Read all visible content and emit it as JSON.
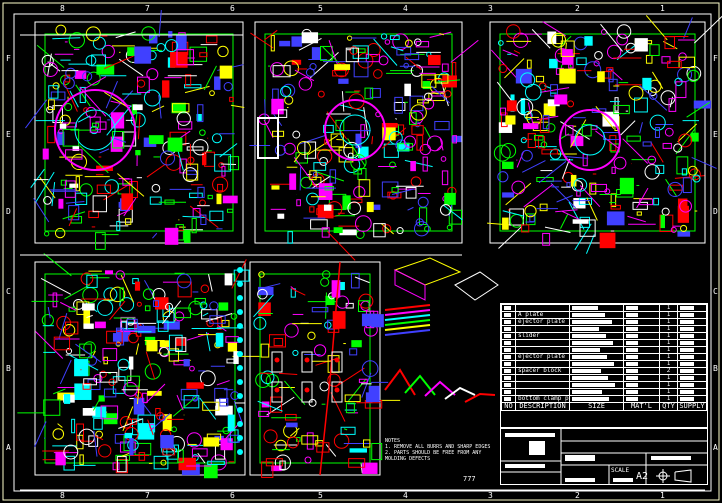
{
  "drawing": {
    "sheet_size": "A2",
    "colors": {
      "background": "#000000",
      "frame": "#ffffcc",
      "red": "#ff0000",
      "magenta": "#ff00ff",
      "cyan": "#00ffff",
      "green": "#00ff00",
      "yellow": "#ffff00",
      "blue": "#4040ff",
      "white": "#ffffff"
    }
  },
  "zones": {
    "columns": [
      "8",
      "7",
      "6",
      "5",
      "4",
      "3",
      "2",
      "1"
    ],
    "rows": [
      "F",
      "E",
      "D",
      "C",
      "B",
      "A"
    ]
  },
  "bom": {
    "headers": {
      "no": "NO",
      "description": "DESCRIPTION",
      "size": "SIZE",
      "material": "MAT'L",
      "qty": "QTY",
      "supply": "SUPPLY"
    },
    "rows": [
      {
        "desc": "",
        "qty": "1"
      },
      {
        "desc": "A plate",
        "qty": "1"
      },
      {
        "desc": "ejector plate",
        "qty": "1"
      },
      {
        "desc": "",
        "qty": "1"
      },
      {
        "desc": "slider",
        "qty": "1"
      },
      {
        "desc": "",
        "qty": "1"
      },
      {
        "desc": "",
        "qty": "1"
      },
      {
        "desc": "ejector plate",
        "qty": "1"
      },
      {
        "desc": "",
        "qty": "1"
      },
      {
        "desc": "spacer block",
        "qty": "2"
      },
      {
        "desc": "",
        "qty": "1"
      },
      {
        "desc": "",
        "qty": "1"
      },
      {
        "desc": "",
        "qty": "1"
      },
      {
        "desc": "bottom clamp plate",
        "qty": "1"
      }
    ]
  },
  "title_block": {
    "sheet": "A2",
    "scale_label": "SCALE",
    "view_code": "777"
  },
  "notes": {
    "title": "NOTES",
    "items": [
      "1. REMOVE ALL BURRS AND SHARP EDGES",
      "2. PARTS SHOULD BE FREE FROM ANY MOLDING DEFECTS"
    ]
  }
}
